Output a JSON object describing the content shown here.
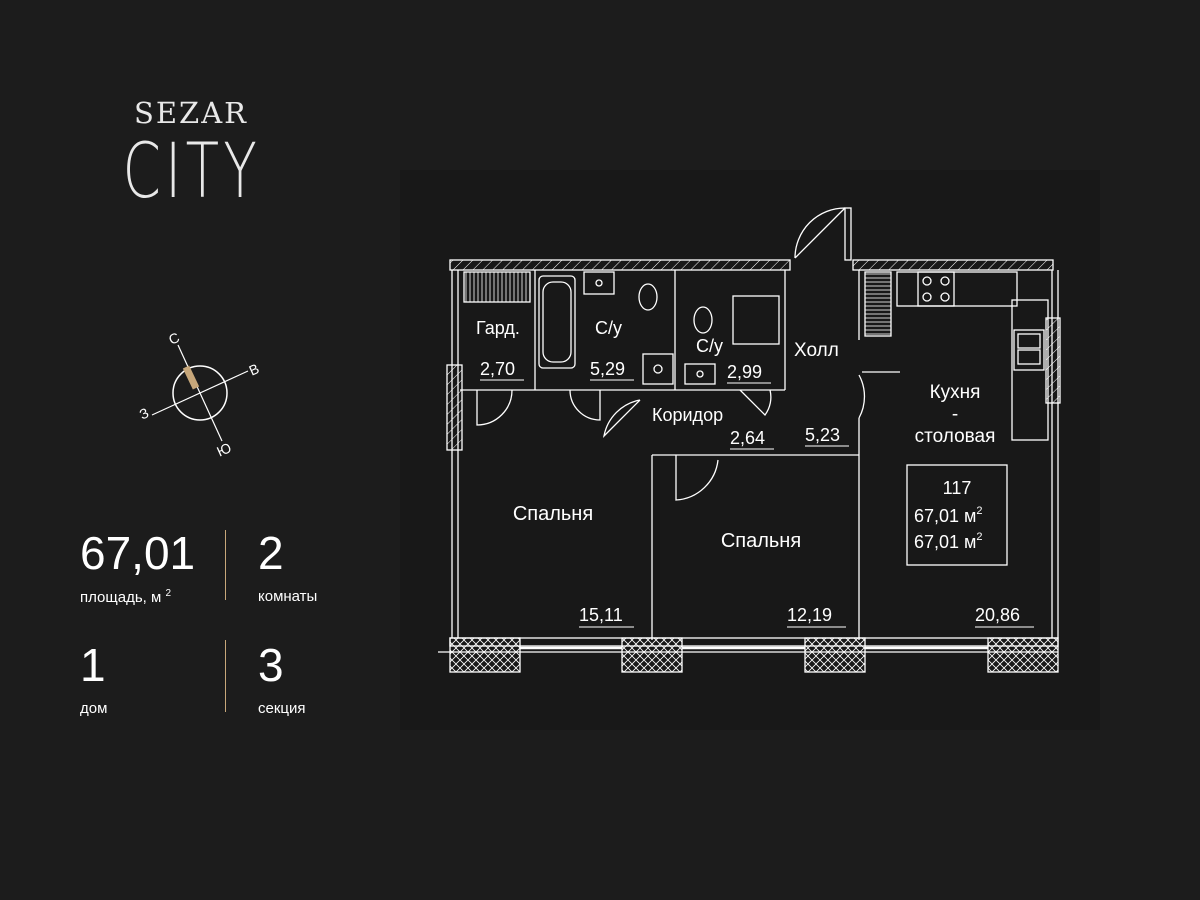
{
  "logo": {
    "top": "SEZAR",
    "bottom": "CITY"
  },
  "compass": {
    "north": "С",
    "east": "В",
    "west": "З",
    "south": "Ю"
  },
  "stats": {
    "area": {
      "value": "67,01",
      "label": "площадь, м",
      "unit_sup": "2"
    },
    "rooms": {
      "value": "2",
      "label": "комнаты"
    },
    "house": {
      "value": "1",
      "label": "дом"
    },
    "section": {
      "value": "3",
      "label": "секция"
    }
  },
  "rooms": {
    "gard": {
      "name": "Гард.",
      "area": "2,70"
    },
    "bath1": {
      "name": "С/у",
      "area": "5,29"
    },
    "bath2": {
      "name": "С/у",
      "area": "2,99"
    },
    "hall": {
      "name": "Холл",
      "area": "5,23"
    },
    "corridor": {
      "name": "Коридор",
      "area": "2,64"
    },
    "kitchen": {
      "name1": "Кухня",
      "name2": "-",
      "name3": "столовая",
      "area": "20,86"
    },
    "bedroom1": {
      "name": "Спальня",
      "area": "15,11"
    },
    "bedroom2": {
      "name": "Спальня",
      "area": "12,19"
    }
  },
  "apartment": {
    "number": "117",
    "area1": "67,01 м",
    "area2": "67,01 м",
    "sup": "2"
  },
  "colors": {
    "background": "#1c1c1c",
    "accent": "#c7a77a",
    "lines": "#ffffff"
  }
}
